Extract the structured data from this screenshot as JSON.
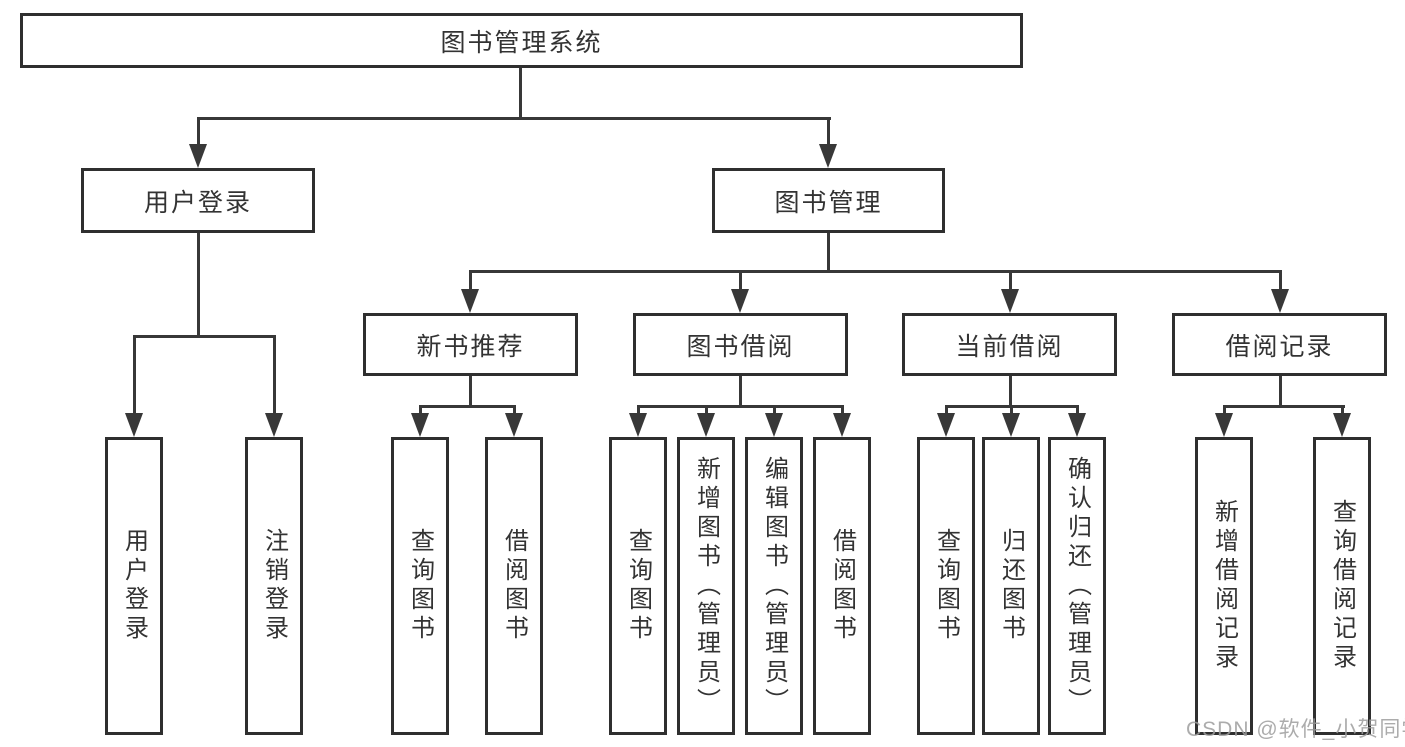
{
  "diagram": {
    "type": "tree",
    "title": "图书管理系统",
    "colors": {
      "line": "#383838",
      "box_border": "#2f2f2f",
      "box_background": "#ffffff",
      "text": "#333333",
      "watermark": "#9e9e9e"
    },
    "root": {
      "label": "图书管理系统"
    },
    "level2": [
      {
        "label": "用户登录"
      },
      {
        "label": "图书管理"
      }
    ],
    "level3": [
      {
        "label": "新书推荐"
      },
      {
        "label": "图书借阅"
      },
      {
        "label": "当前借阅"
      },
      {
        "label": "借阅记录"
      }
    ],
    "leaves": {
      "user_login": [
        {
          "label": "用户登录"
        },
        {
          "label": "注销登录"
        }
      ],
      "new_book_recommend": [
        {
          "label": "查询图书"
        },
        {
          "label": "借阅图书"
        }
      ],
      "book_borrowing": [
        {
          "label": "查询图书"
        },
        {
          "label": "新增图书（管理员）"
        },
        {
          "label": "编辑图书（管理员）"
        },
        {
          "label": "借阅图书"
        }
      ],
      "current_borrowing": [
        {
          "label": "查询图书"
        },
        {
          "label": "归还图书"
        },
        {
          "label": "确认归还（管理员）"
        }
      ],
      "borrowing_records": [
        {
          "label": "新增借阅记录"
        },
        {
          "label": "查询借阅记录"
        }
      ]
    },
    "watermark": {
      "text": "CSDN @软件_小贺同学"
    }
  }
}
